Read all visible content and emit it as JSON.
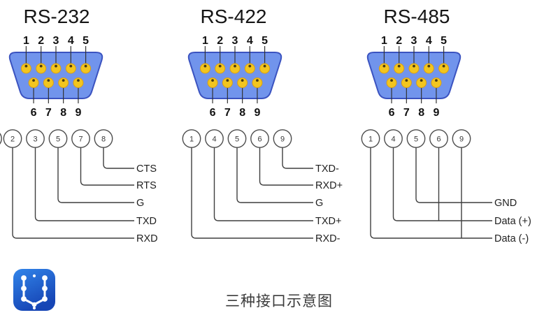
{
  "caption": "三种接口示意图",
  "logo": {
    "icon": "network-w-logo",
    "bg_top": "#3285ea",
    "bg_bottom": "#1645b5",
    "glyph": "#ffffff"
  },
  "colors": {
    "connector_fill": "#7194ec",
    "connector_stroke": "#3b53c0",
    "pin_fill": "#f2c51f",
    "pin_stroke": "#d89e15",
    "pin_dot": "#4a3b10",
    "tick_line": "#333333",
    "wire": "#3f3f3f",
    "circle_stroke": "#4d4d4d",
    "circle_fill": "#ffffff"
  },
  "columns": [
    {
      "title": "RS-232",
      "top_pin_numbers": [
        "1",
        "2",
        "3",
        "4",
        "5"
      ],
      "bottom_pin_numbers": [
        "6",
        "7",
        "8",
        "9"
      ],
      "wire_pins": [
        "2",
        "3",
        "5",
        "7",
        "8"
      ],
      "cropped_circle_left": true,
      "connections": [
        {
          "label": "CTS",
          "level": 0,
          "pins": [
            4
          ]
        },
        {
          "label": "RTS",
          "level": 1,
          "pins": [
            3
          ]
        },
        {
          "label": "G",
          "level": 2,
          "pins": [
            2
          ]
        },
        {
          "label": "TXD",
          "level": 3,
          "pins": [
            1
          ]
        },
        {
          "label": "RXD",
          "level": 4,
          "pins": [
            0
          ]
        }
      ]
    },
    {
      "title": "RS-422",
      "top_pin_numbers": [
        "1",
        "2",
        "3",
        "4",
        "5"
      ],
      "bottom_pin_numbers": [
        "6",
        "7",
        "8",
        "9"
      ],
      "wire_pins": [
        "1",
        "4",
        "5",
        "6",
        "9"
      ],
      "cropped_circle_left": false,
      "connections": [
        {
          "label": "TXD-",
          "level": 0,
          "pins": [
            4
          ]
        },
        {
          "label": "RXD+",
          "level": 1,
          "pins": [
            3
          ]
        },
        {
          "label": "G",
          "level": 2,
          "pins": [
            2
          ]
        },
        {
          "label": "TXD+",
          "level": 3,
          "pins": [
            1
          ]
        },
        {
          "label": "RXD-",
          "level": 4,
          "pins": [
            0
          ]
        }
      ]
    },
    {
      "title": "RS-485",
      "top_pin_numbers": [
        "1",
        "2",
        "3",
        "4",
        "5"
      ],
      "bottom_pin_numbers": [
        "6",
        "7",
        "8",
        "9"
      ],
      "wire_pins": [
        "1",
        "4",
        "5",
        "6",
        "9"
      ],
      "cropped_circle_left": false,
      "connections": [
        {
          "label": "GND",
          "level": 2,
          "pins": [
            2
          ]
        },
        {
          "label": "Data (+)",
          "level": 3,
          "pins": [
            1,
            3
          ]
        },
        {
          "label": "Data (-)",
          "level": 4,
          "pins": [
            0,
            4
          ]
        }
      ]
    }
  ]
}
